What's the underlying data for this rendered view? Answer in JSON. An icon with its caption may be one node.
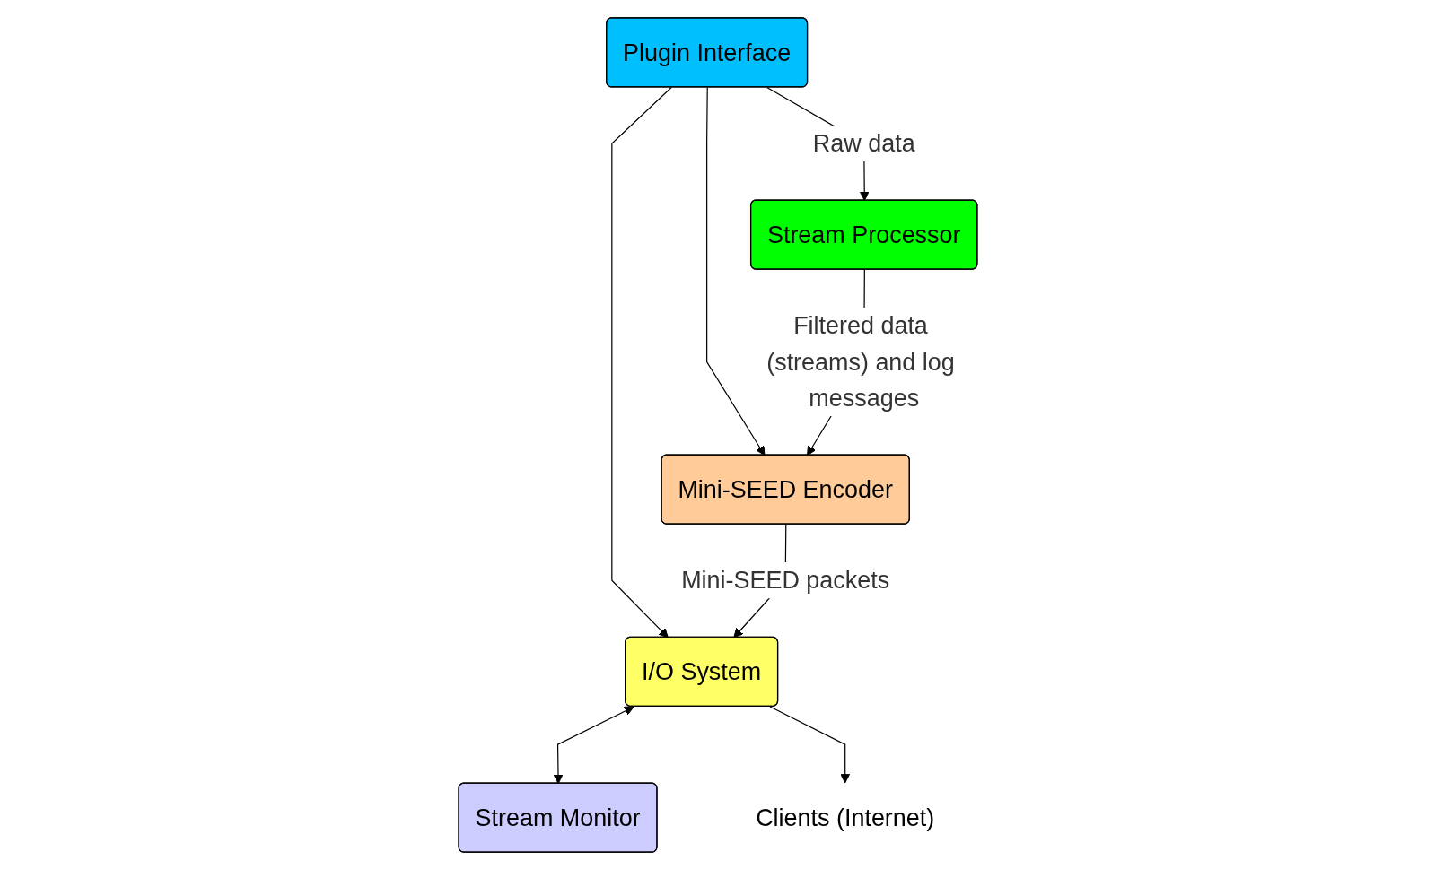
{
  "diagram": {
    "nodes": [
      {
        "text": [
          "Plugin Interface"
        ]
      },
      {
        "text": [
          "Stream Processor"
        ]
      },
      {
        "text": [
          "Mini-SEED Encoder"
        ]
      },
      {
        "text": [
          "I/O System"
        ]
      },
      {
        "text": [
          "Stream Monitor"
        ]
      },
      {
        "text": [
          "Clients (Internet)"
        ]
      }
    ],
    "edges": [
      {
        "from": 0,
        "to": 1,
        "arrow": "to",
        "label": "Raw data"
      },
      {
        "from": 0,
        "to": 2,
        "arrow": "to"
      },
      {
        "from": 0,
        "to": 3,
        "arrow": "to"
      },
      {
        "from": 1,
        "to": 2,
        "arrow": "to",
        "label": "Filtered data (streams) and log messages"
      },
      {
        "from": 2,
        "to": 3,
        "arrow": "to",
        "label": "Mini-SEED packets"
      },
      {
        "from": 3,
        "to": 4,
        "arrow": "both"
      },
      {
        "from": 3,
        "to": 5,
        "arrow": "to"
      }
    ]
  }
}
